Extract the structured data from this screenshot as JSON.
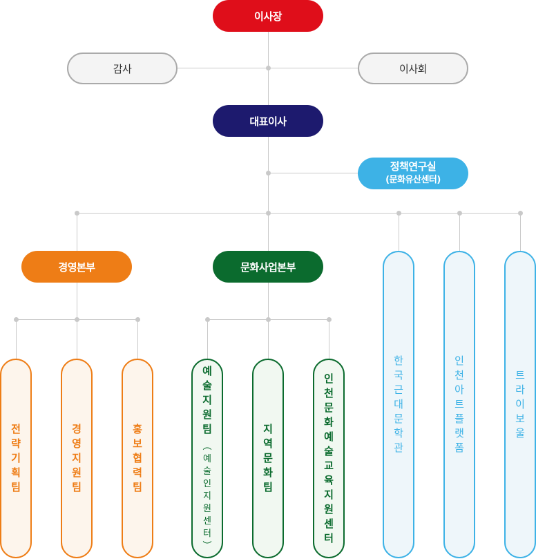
{
  "chairman": "이사장",
  "auditor": "감사",
  "board": "이사회",
  "ceo": "대표이사",
  "research": {
    "title": "정책연구실",
    "sub": "(문화유산센터)"
  },
  "management_div": "경영본부",
  "culture_div": "문화사업본부",
  "mgmt_teams": [
    "전략기획팀",
    "경영지원팀",
    "홍보협력팀"
  ],
  "culture_teams": [
    {
      "name": "예술지원팀",
      "sub": "(예술인지원센터)"
    },
    {
      "name": "지역문화팀",
      "sub": ""
    },
    {
      "name": "인천문화예술교육지원센터",
      "sub": ""
    }
  ],
  "facilities": [
    "한국근대문학관",
    "인천아트플랫폼",
    "트라이보울"
  ],
  "colors": {
    "chairman": "#df0e1a",
    "ceo": "#1d1a6e",
    "research": "#3db2e6",
    "management": "#ee7d16",
    "culture": "#0b6b2e",
    "connector": "#c9c9c9"
  }
}
